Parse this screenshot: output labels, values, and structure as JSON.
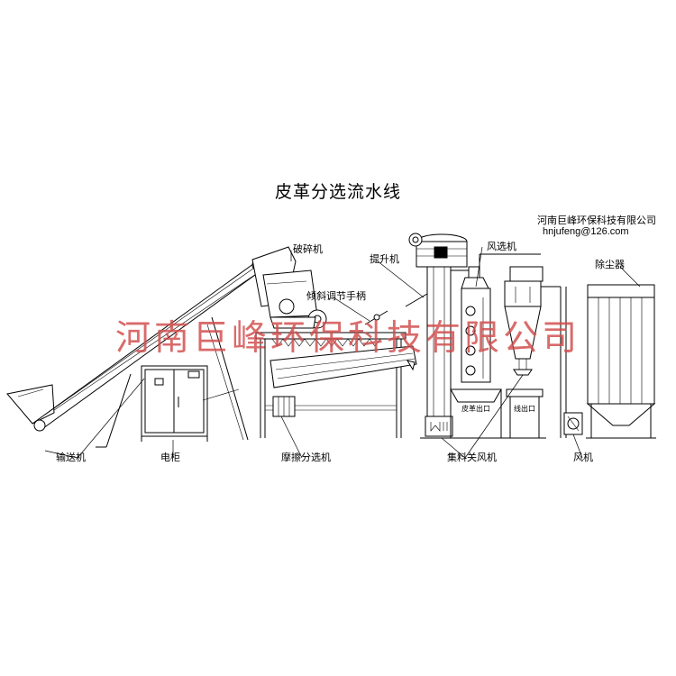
{
  "title": "皮革分选流水线",
  "company": {
    "name": "河南巨峰环保科技有限公司",
    "email": "hnjufeng@126.com"
  },
  "watermark": "河南巨峰环保科技有限公司",
  "labels": {
    "crusher": "破碎机",
    "elevator": "提升机",
    "tilt_handle": "倾斜调节手柄",
    "air_separator": "风选机",
    "dust_collector": "除尘器",
    "conveyor": "输送机",
    "cabinet": "电柜",
    "friction_separator": "摩擦分选机",
    "collector_valve": "集料关风机",
    "fan": "风机",
    "leather_outlet": "皮革出口",
    "wire_outlet": "线出口"
  }
}
